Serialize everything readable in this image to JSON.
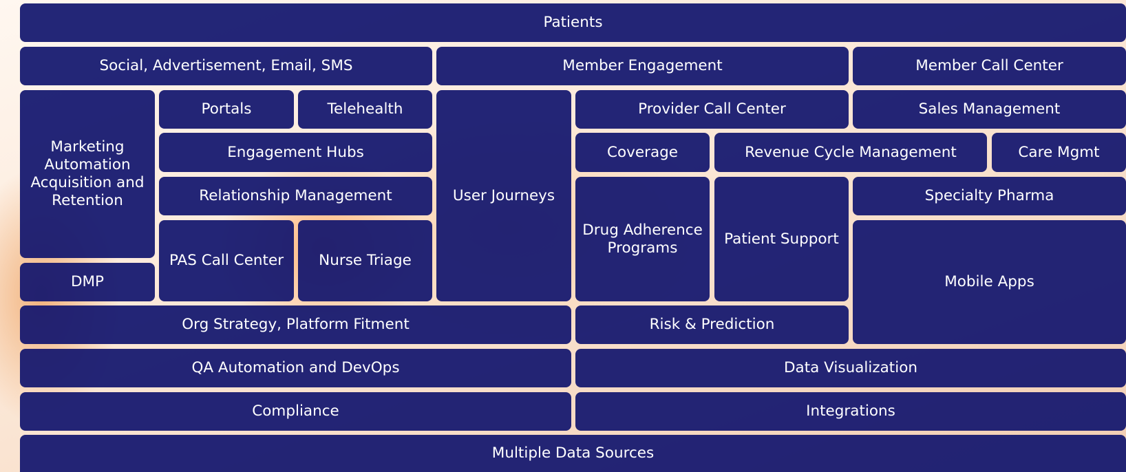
{
  "tiles": {
    "patients": "Patients",
    "social": "Social, Advertisement, Email, SMS",
    "member_engagement": "Member Engagement",
    "member_call_center": "Member Call Center",
    "marketing": "Marketing\nAutomation\nAcquisition and\nRetention",
    "portals": "Portals",
    "telehealth": "Telehealth",
    "user_journeys": "User Journeys",
    "provider_call_center": "Provider Call Center",
    "sales_management": "Sales Management",
    "engagement_hubs": "Engagement Hubs",
    "coverage": "Coverage",
    "revenue_cycle": "Revenue Cycle Management",
    "care_mgmt": "Care Mgmt",
    "relationship_management": "Relationship Management",
    "drug_adherence": "Drug Adherence\nPrograms",
    "patient_support": "Patient Support",
    "specialty_pharma": "Specialty Pharma",
    "pas_call_center": "PAS Call Center",
    "nurse_triage": "Nurse Triage",
    "mobile_apps": "Mobile Apps",
    "dmp": "DMP",
    "org_strategy": "Org Strategy, Platform Fitment",
    "risk_prediction": "Risk & Prediction",
    "qa_automation": "QA Automation and DevOps",
    "data_visualization": "Data Visualization",
    "compliance": "Compliance",
    "integrations": "Integrations",
    "multiple_data_sources": "Multiple Data Sources"
  }
}
